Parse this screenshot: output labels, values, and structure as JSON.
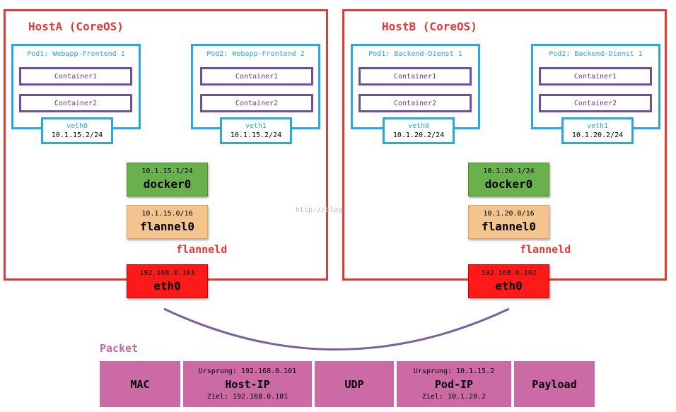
{
  "hosts": [
    {
      "title": "HostA (CoreOS)",
      "pods": [
        {
          "title": "Pod1: Webapp-Frontend 1",
          "containers": [
            "Container1",
            "Container2"
          ],
          "veth_name": "veth0",
          "veth_ip": "10.1.15.2/24"
        },
        {
          "title": "Pod2: Webapp-Frontend 2",
          "containers": [
            "Container1",
            "Container2"
          ],
          "veth_name": "veth1",
          "veth_ip": "10.1.15.2/24"
        }
      ],
      "docker": {
        "ip": "10.1.15.1/24",
        "name": "docker0"
      },
      "flannel": {
        "ip": "10.1.15.0/16",
        "name": "flannel0"
      },
      "flanneld": "flanneld",
      "eth": {
        "ip": "192.168.0.101",
        "name": "eth0"
      }
    },
    {
      "title": "HostB (CoreOS)",
      "pods": [
        {
          "title": "Pod1: Backend-Dienst 1",
          "containers": [
            "Container1",
            "Container2"
          ],
          "veth_name": "veth0",
          "veth_ip": "10.1.20.2/24"
        },
        {
          "title": "Pod2: Backend-Dienst 1",
          "containers": [
            "Container1",
            "Container2"
          ],
          "veth_name": "veth1",
          "veth_ip": "10.1.20.2/24"
        }
      ],
      "docker": {
        "ip": "10.1.20.1/24",
        "name": "docker0"
      },
      "flannel": {
        "ip": "10.1.20.0/16",
        "name": "flannel0"
      },
      "flanneld": "flanneld",
      "eth": {
        "ip": "192.168.0.102",
        "name": "eth0"
      }
    }
  ],
  "watermark": "http://blog.csdn.net/",
  "packet": {
    "title": "Packet",
    "segments": [
      {
        "main": "MAC"
      },
      {
        "top": "Ursprung: 192.168.0.101",
        "main": "Host-IP",
        "bottom": "Ziel: 192.168.0.101"
      },
      {
        "main": "UDP"
      },
      {
        "top": "Ursprung: 10.1.15.2",
        "main": "Pod-IP",
        "bottom": "Ziel: 10.1.20.2"
      },
      {
        "main": "Payload"
      }
    ]
  },
  "colors": {
    "host_border": "#e53935",
    "pod_border": "#29a8e0",
    "container_border": "#6a4fa3",
    "docker": "#6ab04c",
    "flannel": "#f3c48d",
    "eth": "#ff1a1a",
    "packet": "#cc6aa5",
    "arc": "#7b5fa0",
    "veth_link": "#6ab04c"
  }
}
